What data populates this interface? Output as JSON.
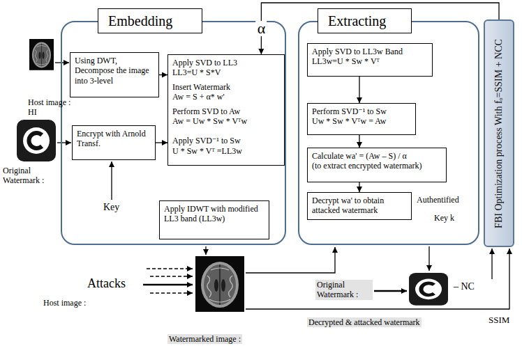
{
  "diagram": {
    "nodes": [
      {
        "text": [
          "Embedding"
        ]
      },
      {
        "text": [
          "Using DWT, Decompose the image into 3-level"
        ],
        "in": 0
      },
      {
        "text": [
          "Apply SVD to LL3",
          "LL3=U * S*V",
          "Insert Watermark",
          "Aw = S + α* w'",
          "Perform SVD to Aw",
          "Aw = Uw * Sw * Vᵀw",
          "Apply SVD⁻¹ to Sw",
          "U * Sw * Vᵀ =LL3w"
        ],
        "in": 0
      },
      {
        "text": [
          "Encrypt with Arnold Transf."
        ],
        "in": 0
      },
      {
        "text": [
          "Apply IDWT with modified LL3 band (LL3w)"
        ],
        "in": 0
      },
      {
        "text": [
          "Extracting"
        ]
      },
      {
        "text": [
          "Apply SVD to LL3w Band",
          "LL3w=U * Sw * Vᵀ"
        ],
        "in": 5
      },
      {
        "text": [
          "Perform SVD⁻¹ to Sw",
          "Uw * Sw * Vᵀw = Aw"
        ],
        "in": 5
      },
      {
        "text": [
          "Calculate wa' = (Aw – S) / α",
          "(to extract encrypted watermark)"
        ],
        "in": 5
      },
      {
        "text": [
          "Decrypt wa' to obtain attacked watermark"
        ],
        "in": 5
      },
      {
        "text": [
          "FBI Optimization process With fₒ=SSIM + NCC"
        ]
      }
    ],
    "edges": [
      {
        "from": 1,
        "to": 2,
        "arrow": "to"
      },
      {
        "from": 3,
        "to": 2,
        "arrow": "to"
      },
      {
        "from": 6,
        "to": 7,
        "arrow": "to"
      },
      {
        "from": 7,
        "to": 8,
        "arrow": "to"
      },
      {
        "from": 8,
        "to": 9,
        "arrow": "to"
      },
      {
        "from": 10,
        "to": 2,
        "label": "α",
        "arrow": "to"
      }
    ],
    "labels": [
      "Host image : HI",
      "Original Watermark :",
      "Key",
      "Attacks",
      "Host image :",
      "Watermarked image :",
      "Authentified",
      "Key k",
      "Original Watermark :",
      "Decrypted & attacked watermark",
      "– NC",
      "SSIM"
    ]
  }
}
